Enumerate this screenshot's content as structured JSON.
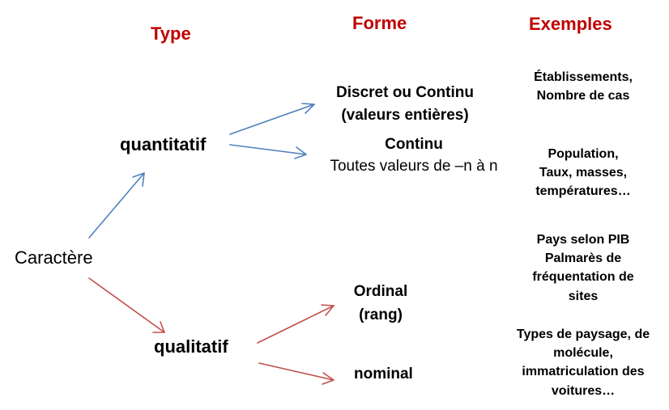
{
  "headers": {
    "type": "Type",
    "forme": "Forme",
    "exemples": "Exemples"
  },
  "nodes": {
    "caractere": "Caractère",
    "quantitatif": "quantitatif",
    "qualitatif": "qualitatif"
  },
  "formes": {
    "discret_line1": "Discret ou Continu",
    "discret_line2": "(valeurs entières)",
    "continu_line1": "Continu",
    "continu_line2": "Toutes valeurs de –n à n",
    "ordinal_line1": "Ordinal",
    "ordinal_line2": "(rang)",
    "nominal": "nominal"
  },
  "exemples": {
    "discret": [
      "Établissements,",
      "Nombre de cas"
    ],
    "continu": [
      "Population,",
      "Taux, masses,",
      "températures…"
    ],
    "ordinal": [
      "Pays selon PIB",
      "Palmarès de",
      "fréquentation de",
      "sites"
    ],
    "nominal": [
      "Types de paysage, de",
      "molécule,",
      "immatriculation des",
      "voitures…"
    ]
  },
  "colors": {
    "header": "#c00000",
    "quantitative_arrow": "#4f81bd",
    "qualitative_arrow": "#c0504d"
  }
}
